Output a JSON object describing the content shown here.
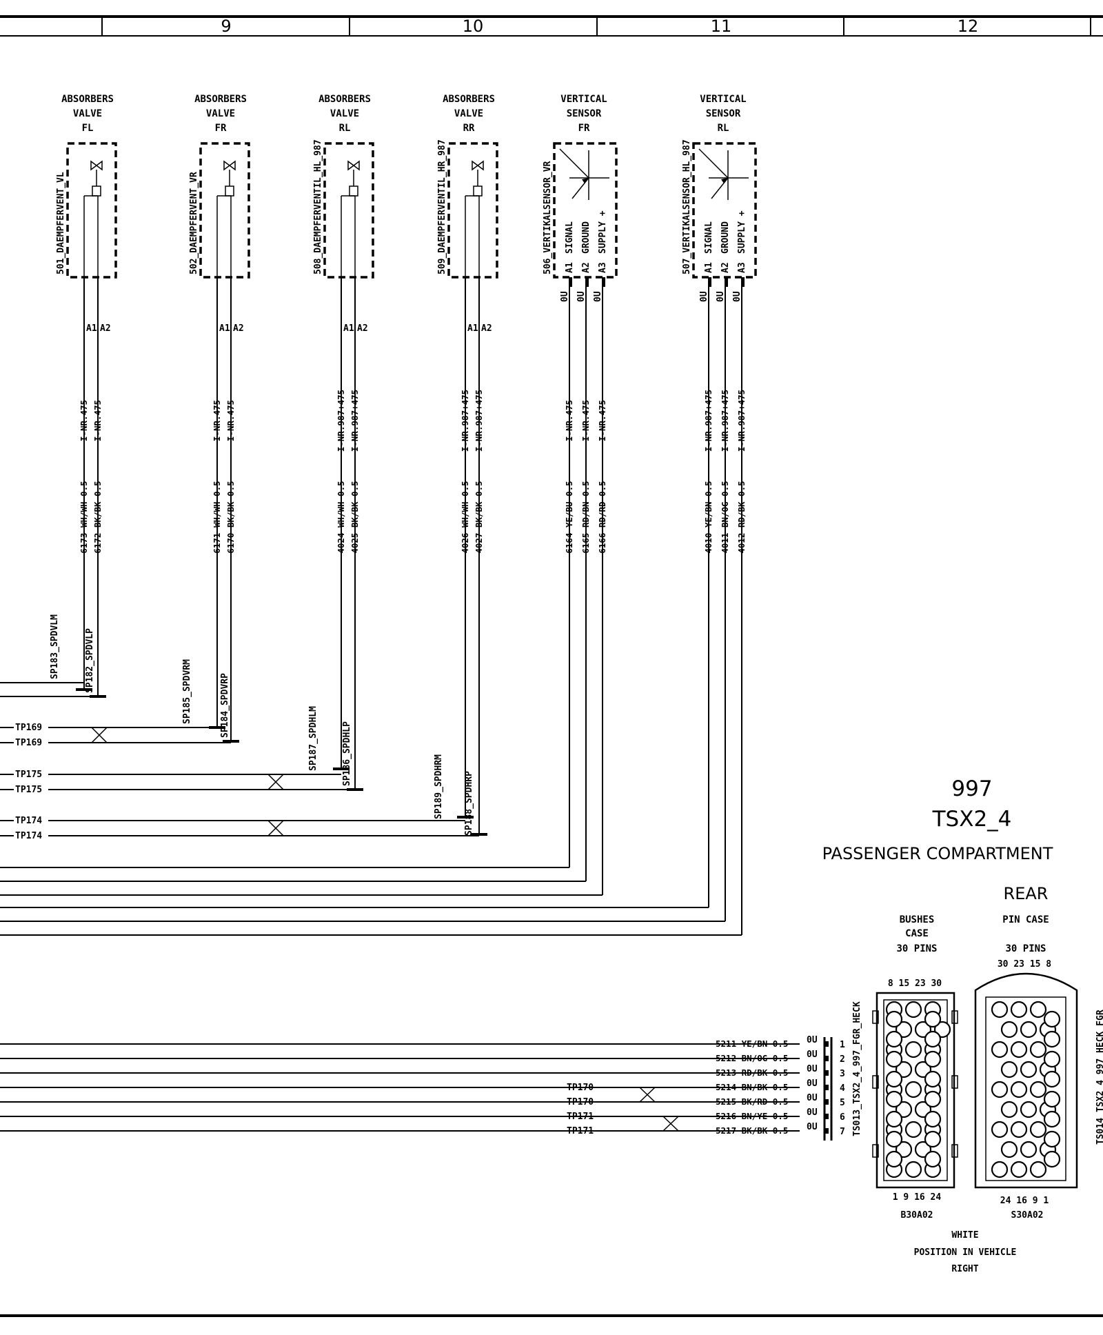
{
  "grid": {
    "columns": [
      "9",
      "10",
      "11",
      "12"
    ]
  },
  "valves": [
    {
      "title": [
        "ABSORBERS",
        "VALVE",
        "FL"
      ],
      "device": "501_DAEMPFERVENT_VL",
      "pins": [
        "A1",
        "A2"
      ],
      "wires": [
        {
          "code": "I-NR.475",
          "label": "6173 WH/WH 0.5",
          "sp": "SP183_SPDVLM"
        },
        {
          "code": "I-NR.475",
          "label": "6172 BK/BK 0.5",
          "sp": "SP182_SPDVLP"
        }
      ]
    },
    {
      "title": [
        "ABSORBERS",
        "VALVE",
        "FR"
      ],
      "device": "502_DAEMPFERVENT_VR",
      "pins": [
        "A1",
        "A2"
      ],
      "wires": [
        {
          "code": "I-NR.475",
          "label": "6171 WH/WH 0.5",
          "sp": "SP185_SPDVRM"
        },
        {
          "code": "I-NR.475",
          "label": "6170 BK/BK 0.5",
          "sp": "SP184_SPDVRP"
        }
      ]
    },
    {
      "title": [
        "ABSORBERS",
        "VALVE",
        "RL"
      ],
      "device": "508_DAEMPFERVENTIL_HL_987",
      "pins": [
        "A1",
        "A2"
      ],
      "wires": [
        {
          "code": "I-NR.987+475",
          "label": "4024 WH/WH 0.5",
          "sp": "SP187_SPDHLM"
        },
        {
          "code": "I-NR.987+475",
          "label": "4025 BK/BK 0.5",
          "sp": "SP186_SPDHLP"
        }
      ]
    },
    {
      "title": [
        "ABSORBERS",
        "VALVE",
        "RR"
      ],
      "device": "509_DAEMPFERVENTIL_HR_987",
      "pins": [
        "A1",
        "A2"
      ],
      "wires": [
        {
          "code": "I-NR.987+475",
          "label": "4026 WH/WH 0.5",
          "sp": "SP189_SPDHRM"
        },
        {
          "code": "I-NR.987+475",
          "label": "4027 BK/BK 0.5",
          "sp": "SP188_SPDHRP"
        }
      ]
    }
  ],
  "sensors": [
    {
      "title": [
        "VERTICAL",
        "SENSOR",
        "FR"
      ],
      "device": "506_VERTIKALSENSOR_VR",
      "funcs": [
        "SIGNAL",
        "GROUND",
        "SUPPLY +"
      ],
      "pins": [
        "A1",
        "A2",
        "A3"
      ],
      "ends": [
        "0U",
        "0U",
        "0U"
      ],
      "wires": [
        {
          "code": "I-NR.475",
          "label": "6164 YE/BU 0.5"
        },
        {
          "code": "I-NR.475",
          "label": "6165 RD/BN 0.5"
        },
        {
          "code": "I-NR.475",
          "label": "6166 RD/RD 0.5"
        }
      ]
    },
    {
      "title": [
        "VERTICAL",
        "SENSOR",
        "RL"
      ],
      "device": "507_VERTIKALSENSOR_HL_987",
      "funcs": [
        "SIGNAL",
        "GROUND",
        "SUPPLY +"
      ],
      "pins": [
        "A1",
        "A2",
        "A3"
      ],
      "ends": [
        "0U",
        "0U",
        "0U"
      ],
      "wires": [
        {
          "code": "I-NR.987+475",
          "label": "4010 YE/BN 0.5"
        },
        {
          "code": "I-NR.987+475",
          "label": "4011 BN/OG 0.5"
        },
        {
          "code": "I-NR.987+475",
          "label": "4012 RD/BK 0.5"
        }
      ]
    }
  ],
  "twists": [
    {
      "label": "TP169"
    },
    {
      "label": "TP169"
    },
    {
      "label": "TP175"
    },
    {
      "label": "TP175"
    },
    {
      "label": "TP174"
    },
    {
      "label": "TP174"
    }
  ],
  "station": {
    "model": "997",
    "code": "TSX2_4",
    "area": "PASSENGER COMPARTMENT",
    "side": "REAR"
  },
  "bushes": {
    "title": [
      "BUSHES",
      "CASE",
      "30 PINS"
    ],
    "top_numbers": "8 15 23 30",
    "bottom_numbers": "1 9 16 24",
    "part": "B30A02"
  },
  "pins_case": {
    "title": [
      "PIN CASE",
      "30 PINS"
    ],
    "top_numbers": "30 23 15 8",
    "bottom_numbers": "24 16 9 1",
    "part": "S30A02"
  },
  "colour_note": "WHITE",
  "position": [
    "POSITION IN VEHICLE",
    "RIGHT"
  ],
  "connector_left": "TS013_TSX2_4_997_FGR_HECK",
  "connector_right": "TS014_TSX2_4_997_HECK_FGR",
  "bottom_wires": [
    {
      "label": "5211 YE/BN 0.5",
      "end": "0U",
      "pin": "1",
      "tp": ""
    },
    {
      "label": "5212 BN/OG 0.5",
      "end": "0U",
      "pin": "2",
      "tp": ""
    },
    {
      "label": "5213 RD/BK 0.5",
      "end": "0U",
      "pin": "3",
      "tp": ""
    },
    {
      "label": "5214 BN/BK 0.5",
      "end": "0U",
      "pin": "4",
      "tp": "TP170"
    },
    {
      "label": "5215 BK/RD 0.5",
      "end": "0U",
      "pin": "5",
      "tp": "TP170"
    },
    {
      "label": "5216 BN/YE 0.5",
      "end": "0U",
      "pin": "6",
      "tp": "TP171"
    },
    {
      "label": "5217 BK/BK 0.5",
      "end": "0U",
      "pin": "7",
      "tp": "TP171"
    }
  ]
}
